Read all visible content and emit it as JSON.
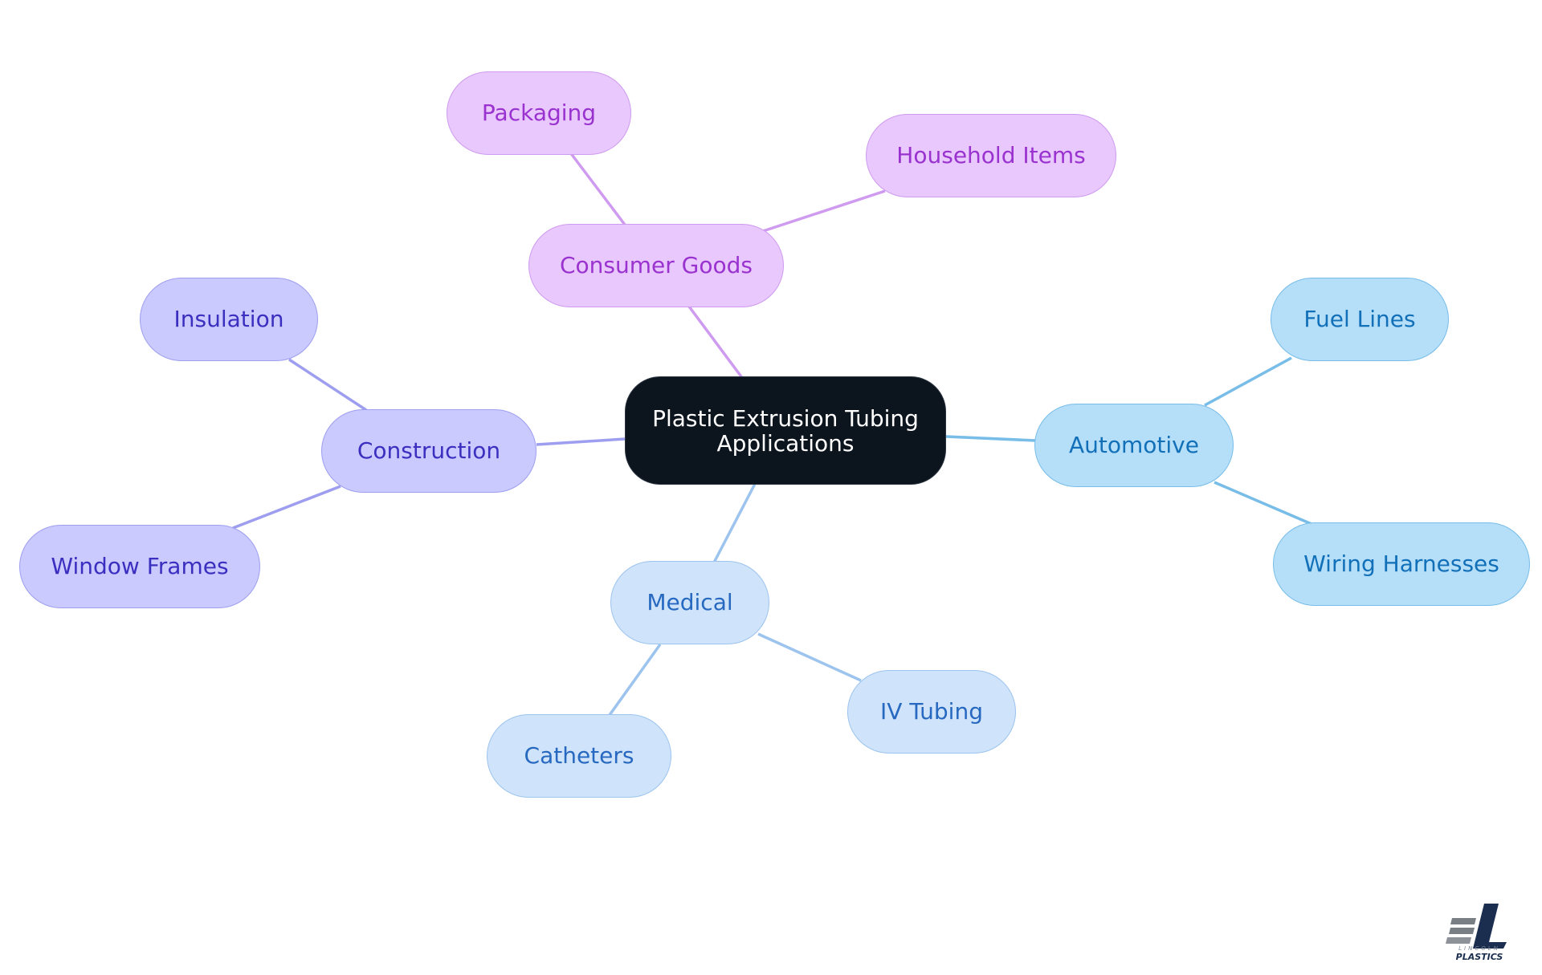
{
  "mindmap": {
    "root": {
      "label": "Plastic Extrusion Tubing Applications"
    },
    "branches": [
      {
        "label": "Consumer Goods",
        "color": "#cf9bf0",
        "children": [
          "Packaging",
          "Household Items"
        ]
      },
      {
        "label": "Construction",
        "color": "#9e9ef0",
        "children": [
          "Insulation",
          "Window Frames"
        ]
      },
      {
        "label": "Automotive",
        "color": "#78bde8",
        "children": [
          "Fuel Lines",
          "Wiring Harnesses"
        ]
      },
      {
        "label": "Medical",
        "color": "#9dc4ee",
        "children": [
          "Catheters",
          "IV Tubing"
        ]
      }
    ]
  },
  "logo": {
    "small_text": "LINCOLN",
    "big_text": "PLASTICS"
  }
}
